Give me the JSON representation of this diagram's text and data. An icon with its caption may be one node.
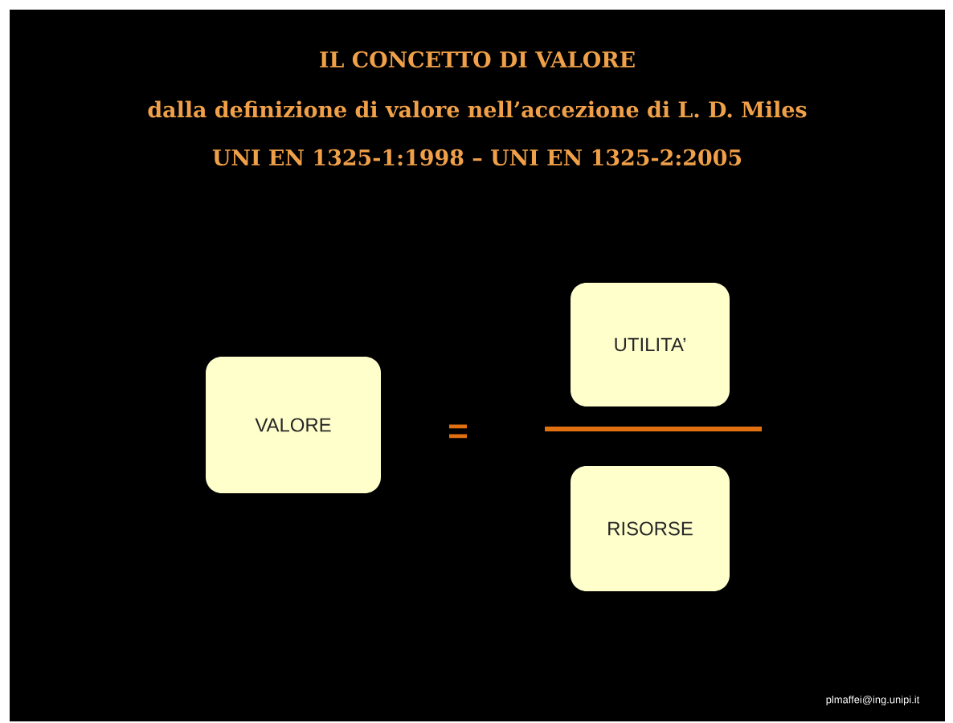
{
  "diagram": {
    "title": "IL CONCETTO DI VALORE",
    "nodes": [
      {
        "text": [
          "VALORE"
        ]
      },
      {
        "text": [
          "UTILITA’"
        ]
      },
      {
        "text": [
          "RISORSE"
        ]
      }
    ],
    "edges": [],
    "labels": [
      "dalla definizione di valore nell’accezione di L. D. Miles",
      "UNI EN 1325-1:1998 – UNI EN 1325-2:2005",
      "=",
      "plmaffei@ing.unipi.it"
    ]
  }
}
